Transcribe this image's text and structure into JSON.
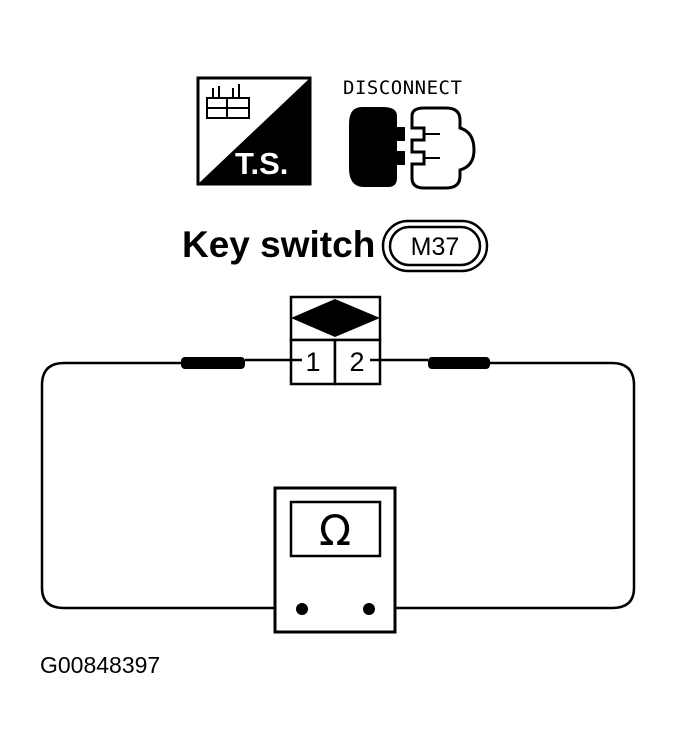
{
  "icons": {
    "test_symbol": "T.S.",
    "disconnect": "DISCONNECT"
  },
  "component": {
    "name": "Key switch",
    "connector_id": "M37",
    "pins": [
      "1",
      "2"
    ]
  },
  "meter": {
    "symbol": "Ω"
  },
  "figure_id": "G00848397",
  "colors": {
    "ink": "#000000",
    "paper": "#ffffff"
  }
}
